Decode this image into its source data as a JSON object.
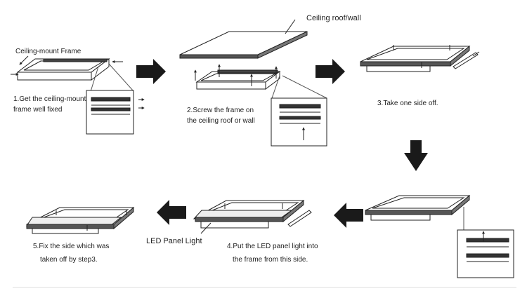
{
  "labels": {
    "ceiling_mount_frame": "Ceiling-mount Frame",
    "ceiling_roof_wall": "Ceiling roof/wall",
    "led_panel_light": "LED Panel Light"
  },
  "steps": [
    {
      "line1": "1.Get the ceiling-mount",
      "line2": "frame well fixed"
    },
    {
      "line1": "2.Screw the frame on",
      "line2": "the ceiling roof or wall"
    },
    {
      "line1": "3.Take one side off.",
      "line2": ""
    },
    {
      "line1": "4.Put the LED panel light into",
      "line2": "the frame from this side."
    },
    {
      "line1": "5.Fix the side which was",
      "line2": "taken off by step3."
    }
  ]
}
